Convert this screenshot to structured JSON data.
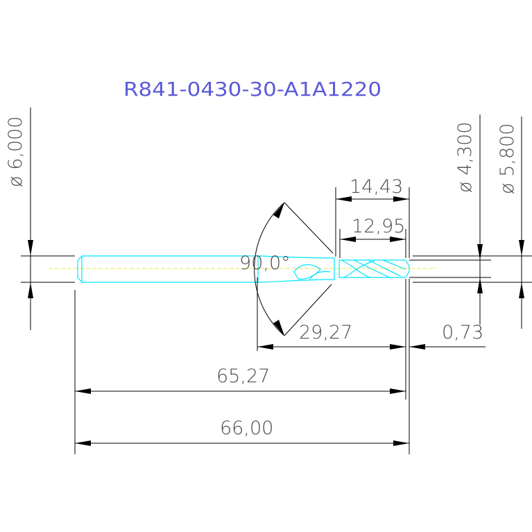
{
  "drawing": {
    "part_number": "R841-0430-30-A1A1220",
    "dimensions": {
      "shank_diameter": "ø 6,000",
      "drill_diameter": "ø 4,300",
      "step_diameter": "ø 5,800",
      "step_length": "14,43",
      "flute_length": "12,95",
      "point_angle": "90,0°",
      "body_length": "29,27",
      "tip_length": "0,73",
      "length_to_tip": "65,27",
      "overall_length": "66,00"
    },
    "colors": {
      "tool_outline": "#00e5ff",
      "dimension": "#000000",
      "dimension_text": "#4d4d4d",
      "title": "#5a5ad8",
      "centerline": "#e8e84a"
    }
  }
}
